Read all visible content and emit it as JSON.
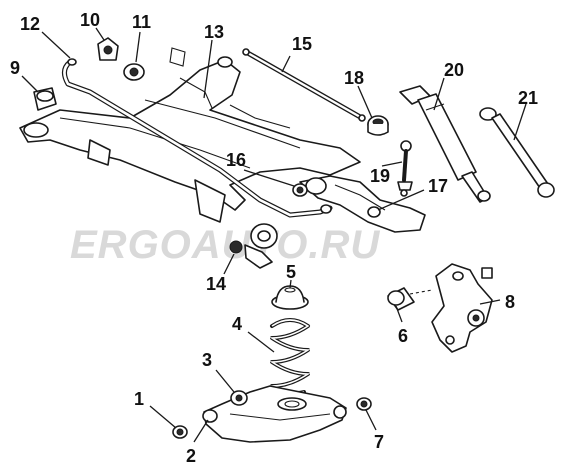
{
  "watermark": {
    "text": "ERGOAUTO.RU",
    "color": "#d9d9d9"
  },
  "colors": {
    "line": "#1a1a1a",
    "fill": "#ffffff"
  },
  "callouts": [
    "1",
    "2",
    "3",
    "4",
    "5",
    "6",
    "7",
    "8",
    "9",
    "10",
    "11",
    "12",
    "13",
    "14",
    "15",
    "16",
    "17",
    "18",
    "19",
    "20",
    "21"
  ]
}
